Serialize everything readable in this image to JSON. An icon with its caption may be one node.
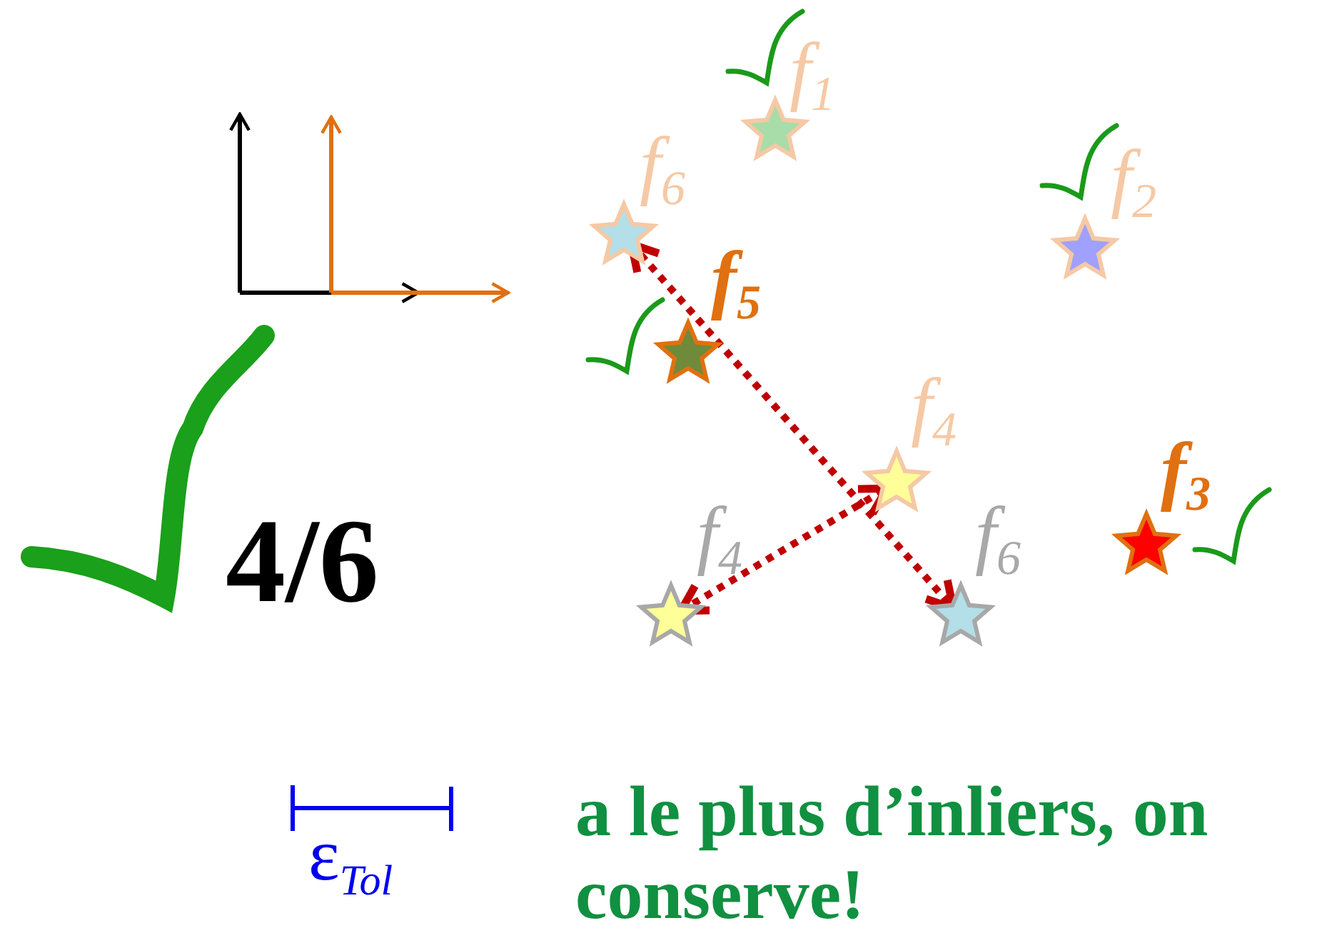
{
  "diagram": {
    "nodes": [
      {
        "text": [
          "f$_{1}$"
        ]
      },
      {
        "text": [
          "f$_{6}$"
        ]
      },
      {
        "text": [
          "f$_{2}$"
        ]
      },
      {
        "text": [
          "f$_{5}$"
        ]
      },
      {
        "text": [
          "f$_{4}$"
        ]
      },
      {
        "text": [
          "f$_{3}$"
        ]
      },
      {
        "text": [
          "f$_{4}$"
        ]
      },
      {
        "text": [
          "f$_{6}$"
        ]
      }
    ],
    "edges": [
      {
        "from": 1,
        "to": 7,
        "arrow": "both",
        "style": "dashed"
      },
      {
        "from": 6,
        "to": 4,
        "arrow": "both",
        "style": "dashed"
      }
    ],
    "labels": [
      "4/6",
      "ε$_{Tol}$",
      "a le plus d’inliers, on conserve!"
    ]
  }
}
